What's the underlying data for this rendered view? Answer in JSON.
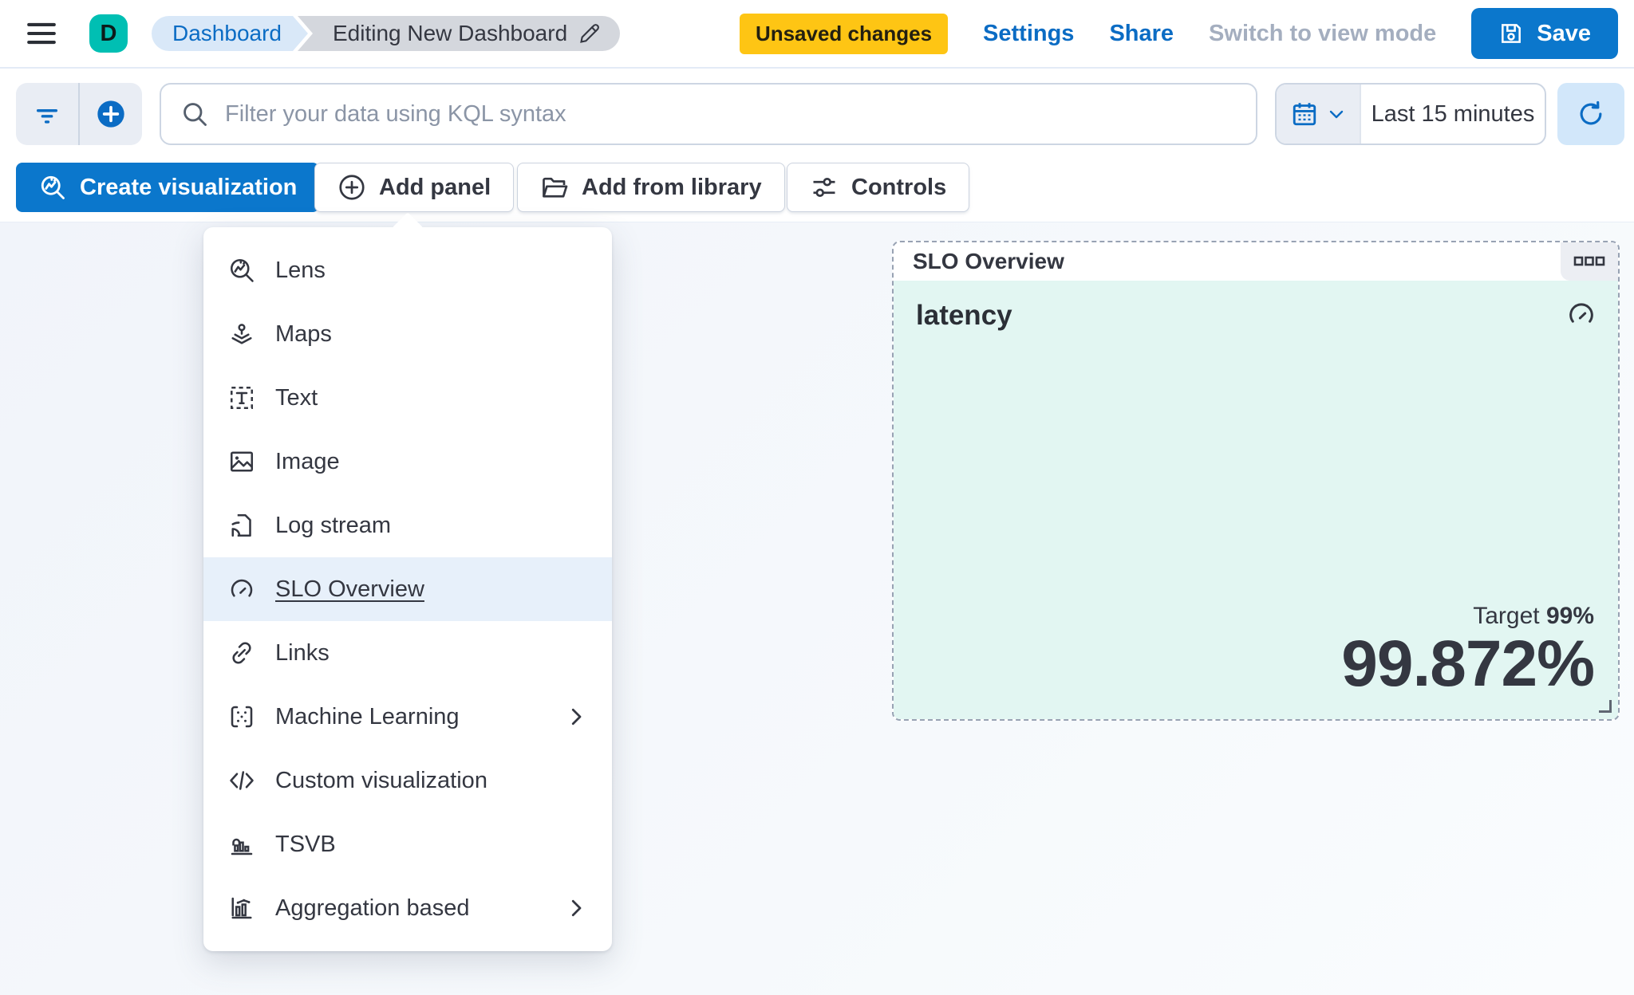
{
  "header": {
    "avatar_initial": "D",
    "breadcrumbs": [
      {
        "label": "Dashboard"
      },
      {
        "label": "Editing New Dashboard"
      }
    ],
    "unsaved_badge": "Unsaved changes",
    "settings_label": "Settings",
    "share_label": "Share",
    "view_mode_label": "Switch to view mode",
    "save_label": "Save"
  },
  "query_bar": {
    "search_placeholder": "Filter your data using KQL syntax",
    "search_value": "",
    "time_range": "Last 15 minutes"
  },
  "toolbar": {
    "create_visualization": "Create visualization",
    "add_panel": "Add panel",
    "add_from_library": "Add from library",
    "controls": "Controls"
  },
  "add_panel_menu": {
    "items": [
      {
        "id": "lens",
        "label": "Lens",
        "icon": "lens",
        "selected": false,
        "submenu": false
      },
      {
        "id": "maps",
        "label": "Maps",
        "icon": "maps",
        "selected": false,
        "submenu": false
      },
      {
        "id": "text",
        "label": "Text",
        "icon": "text",
        "selected": false,
        "submenu": false
      },
      {
        "id": "image",
        "label": "Image",
        "icon": "image",
        "selected": false,
        "submenu": false
      },
      {
        "id": "log-stream",
        "label": "Log stream",
        "icon": "log-stream",
        "selected": false,
        "submenu": false
      },
      {
        "id": "slo-overview",
        "label": "SLO Overview",
        "icon": "gauge",
        "selected": true,
        "submenu": false
      },
      {
        "id": "links",
        "label": "Links",
        "icon": "link",
        "selected": false,
        "submenu": false
      },
      {
        "id": "machine-learning",
        "label": "Machine Learning",
        "icon": "machine-learning",
        "selected": false,
        "submenu": true
      },
      {
        "id": "custom-visualization",
        "label": "Custom visualization",
        "icon": "code",
        "selected": false,
        "submenu": false
      },
      {
        "id": "tsvb",
        "label": "TSVB",
        "icon": "tsvb",
        "selected": false,
        "submenu": false
      },
      {
        "id": "aggregation-based",
        "label": "Aggregation based",
        "icon": "aggregation",
        "selected": false,
        "submenu": true
      }
    ]
  },
  "slo_panel": {
    "title": "SLO Overview",
    "slo_name": "latency",
    "target_label": "Target",
    "target_value": "99%",
    "observed_value": "99.872%"
  },
  "colors": {
    "primary_blue": "#0b77cc",
    "link_blue": "#0b6cc4",
    "warning_yellow": "#fec514",
    "avatar_teal": "#00bfb3",
    "slo_panel_mint": "#e2f6f2",
    "selected_row_blue": "#e7f0fa",
    "dashed_border_gray": "#98a2b3"
  }
}
